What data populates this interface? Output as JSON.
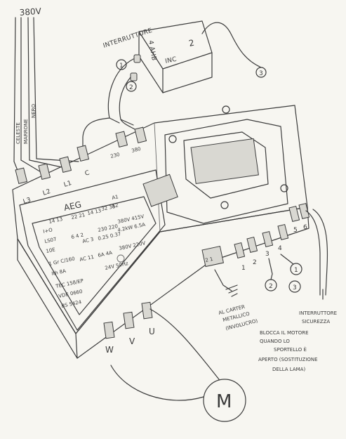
{
  "supply": {
    "voltage": "380V",
    "wire_colors": [
      "CELESTE",
      "MARRONE",
      "NERO"
    ]
  },
  "switch": {
    "title": "INTERRUTTORE",
    "inner_text": [
      "4 AHB",
      "INC",
      "2"
    ],
    "wire_markers": [
      "1",
      "2",
      "3"
    ]
  },
  "contactor": {
    "supply_terminals": [
      "L3",
      "L2",
      "L1",
      "C"
    ],
    "coil_terminals": [
      "230",
      "380"
    ],
    "brand": "AEG",
    "nameplate_lines": [
      [
        "14 13",
        "22 21",
        "14 13",
        "32 31",
        "A1",
        "A2"
      ],
      [
        "I+O",
        "LS07",
        "10E",
        "6 4 2"
      ],
      [
        "230 220",
        "380V 415V",
        "AC 3",
        "0.25 0.37",
        "4.2kW 6.5A"
      ],
      [
        "1 Gr C/160",
        "Ith 8A",
        "AC 11",
        "6A 4A",
        "380V 220V"
      ],
      [
        "TEC 158/EP",
        "VDE 0660",
        "BS 5424",
        "24V 50Hz"
      ]
    ],
    "output_terminals": [
      "W",
      "V",
      "U"
    ],
    "motor_label": "M"
  },
  "control": {
    "terminals": [
      "1",
      "2",
      "3",
      "4",
      "5",
      "6"
    ],
    "markers": [
      "1",
      "2",
      "3"
    ]
  },
  "notes": {
    "ground": [
      "AL CARTER",
      "METALLICO",
      "(INVOLUCRO)"
    ],
    "ground_terminal": "2 1",
    "safety": [
      "INTERRUTTORE",
      "SICUREZZA",
      "BLOCCA IL MOTORE",
      "QUANDO LO",
      "SPORTELLO È",
      "APERTO (SOSTITUZIONE",
      "DELLA LAMA)"
    ]
  }
}
